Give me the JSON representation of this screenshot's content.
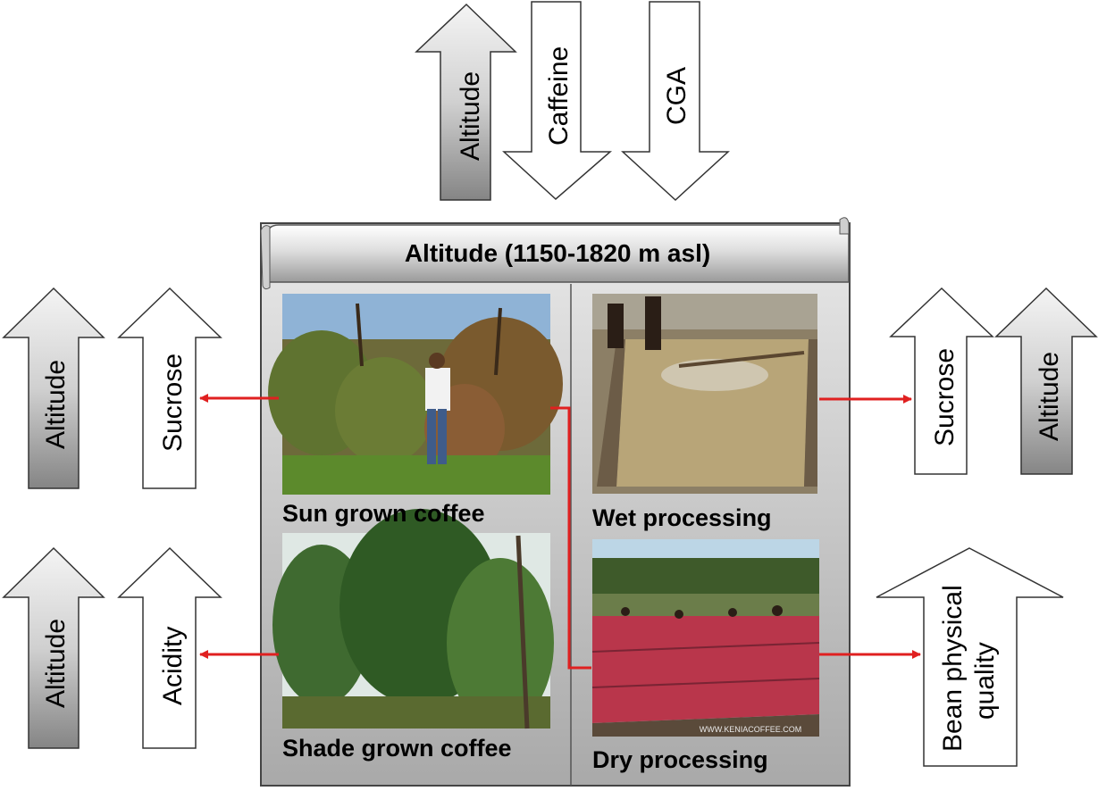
{
  "header": {
    "title": "Altitude (1150-1820 m asl)"
  },
  "arrows": {
    "top_altitude": "Altitude",
    "top_caffeine": "Caffeine",
    "top_cga": "CGA",
    "left_upper_altitude": "Altitude",
    "left_upper_sucrose": "Sucrose",
    "left_lower_altitude": "Altitude",
    "left_lower_acidity": "Acidity",
    "right_upper_sucrose": "Sucrose",
    "right_upper_altitude": "Altitude",
    "right_lower_line1": "Bean physical",
    "right_lower_line2": "quality"
  },
  "panels": {
    "sun": {
      "caption": "Sun grown coffee"
    },
    "wet": {
      "caption": "Wet processing"
    },
    "shade": {
      "caption": "Shade grown coffee"
    },
    "dry": {
      "caption": "Dry processing",
      "watermark": "WWW.KENIACOFFEE.COM"
    }
  },
  "colors": {
    "connector": "#e02020",
    "gray_arrow_top": "#f2f2f2",
    "gray_arrow_bottom": "#8a8a8a"
  }
}
